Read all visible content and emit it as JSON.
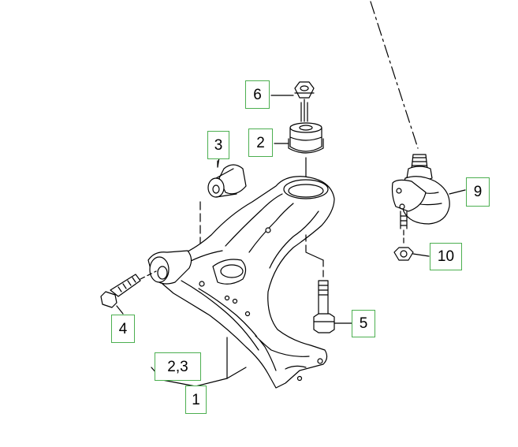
{
  "callouts": {
    "c6": "6",
    "c2": "2",
    "c3": "3",
    "c9": "9",
    "c10": "10",
    "c4": "4",
    "c5": "5",
    "c23": "2,3",
    "c1": "1"
  },
  "colors": {
    "callout_border": "#4caf50",
    "line": "#000000"
  }
}
